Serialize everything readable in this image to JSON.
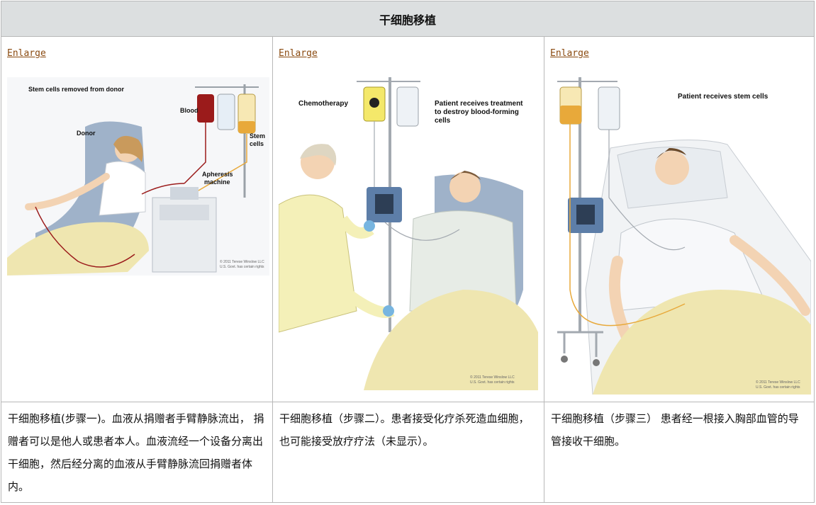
{
  "header": {
    "title": "干细胞移植"
  },
  "panels": [
    {
      "enlarge": "Enlarge",
      "labels": {
        "title": "Stem cells removed from donor",
        "donor": "Donor",
        "blood": "Blood",
        "stem": "Stem",
        "cells": "cells",
        "apheresis": "Apheresis",
        "machine": "machine",
        "copyright": "© 2011 Terese Winslow LLC",
        "gov": "U.S. Govt. has certain rights"
      },
      "caption": "干细胞移植(步骤一)。血液从捐赠者手臂静脉流出， 捐赠者可以是他人或患者本人。血液流经一个设备分离出干细胞，然后经分离的血液从手臂静脉流回捐赠者体内。"
    },
    {
      "enlarge": "Enlarge",
      "labels": {
        "chemo": "Chemotherapy",
        "t1": "Patient receives treatment",
        "t2": "to destroy blood-forming",
        "t3": "cells",
        "copyright": "© 2011 Terese Winslow LLC",
        "gov": "U.S. Govt. has certain rights"
      },
      "caption": "干细胞移植（步骤二）。患者接受化疗杀死造血细胞，也可能接受放疗疗法（未显示）。"
    },
    {
      "enlarge": "Enlarge",
      "labels": {
        "title": "Patient receives stem cells",
        "copyright": "© 2011 Terese Winslow LLC",
        "gov": "U.S. Govt. has certain rights"
      },
      "caption": "干细胞移植（步骤三） 患者经一根接入胸部血管的导管接收干细胞。"
    }
  ],
  "colors": {
    "header_bg": "#dcdfe0",
    "border": "#b8b8b8",
    "link": "#8a4a10",
    "blanket": "#efe6b0",
    "chair": "#9fb2c9",
    "blood": "#9b1b1b",
    "stem_cells": "#e8a93a"
  }
}
